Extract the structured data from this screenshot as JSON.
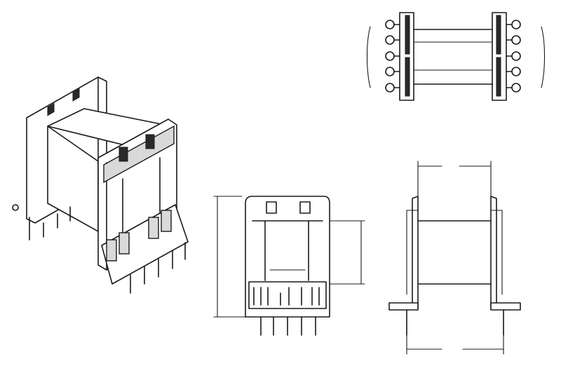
{
  "figure": {
    "views": [
      "isometric-view",
      "top-view",
      "front-view",
      "side-view"
    ],
    "colors": {
      "line": "#1a1a1a",
      "background": "#ffffff",
      "shade": "#d9d9d9"
    }
  }
}
